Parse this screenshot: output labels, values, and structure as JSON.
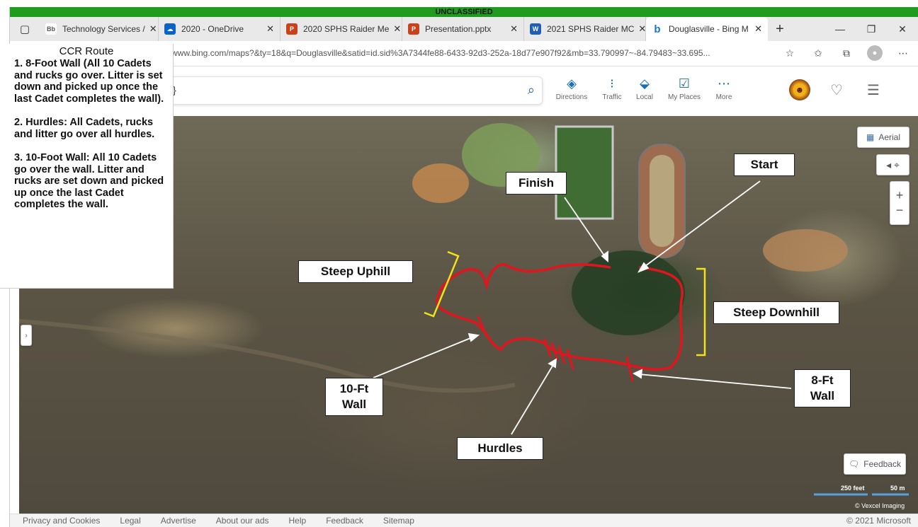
{
  "banner": {
    "classification": "UNCLASSIFIED"
  },
  "tabs": [
    {
      "label": "Technology Services /",
      "favicon": "Bb",
      "color": "#ffffff",
      "text": "#333"
    },
    {
      "label": "2020 - OneDrive",
      "favicon": "☁",
      "color": "#0a64c8",
      "text": "#fff"
    },
    {
      "label": "2020 SPHS Raider Me",
      "favicon": "P",
      "color": "#c8431b",
      "text": "#fff"
    },
    {
      "label": "Presentation.pptx",
      "favicon": "P",
      "color": "#c8431b",
      "text": "#fff"
    },
    {
      "label": "2021 SPHS Raider MC",
      "favicon": "W",
      "color": "#1f5fb4",
      "text": "#fff"
    },
    {
      "label": "Douglasville - Bing M",
      "favicon": "b",
      "color": "#ffffff",
      "text": "#1877c8"
    }
  ],
  "address": {
    "url": "www.bing.com/maps?&ty=18&q=Douglasville&satid=id.sid%3A7344fe88-6433-92d3-252a-18d77e907f92&mb=33.790997~-84.79483~33.695..."
  },
  "search": {
    "query": "}"
  },
  "toolbar": {
    "directions": "Directions",
    "traffic": "Traffic",
    "local": "Local",
    "my_places": "My Places",
    "more": "More"
  },
  "map_controls": {
    "aerial": "Aerial",
    "feedback": "Feedback",
    "scale_feet": "250 feet",
    "scale_m": "50 m",
    "imagery": "© Vexcel Imaging"
  },
  "labels": {
    "start": "Start",
    "finish": "Finish",
    "steep_uphill": "Steep Uphill",
    "steep_downhill": "Steep Downhill",
    "wall10_line1": "10-Ft",
    "wall10_line2": "Wall",
    "wall8_line1": "8-Ft",
    "wall8_line2": "Wall",
    "hurdles": "Hurdles"
  },
  "sidebar": {
    "title": "CCR Route",
    "items": [
      "1. 8-Foot Wall (All 10 Cadets and rucks go over.  Litter is set down and picked up once the last Cadet completes the wall).",
      "2. Hurdles: All Cadets, rucks and litter go over all hurdles.",
      "3. 10-Foot Wall: All 10 Cadets go over the wall.  Litter and rucks are set down and picked up once the last Cadet completes the wall."
    ]
  },
  "footer": {
    "links": [
      "Privacy and Cookies",
      "Legal",
      "Advertise",
      "About our ads",
      "Help",
      "Feedback",
      "Sitemap"
    ],
    "copyright": "© 2021 Microsoft"
  },
  "colors": {
    "route": "#e0151d",
    "bracket": "#f2e21a",
    "classif": "#1f9c1f"
  }
}
